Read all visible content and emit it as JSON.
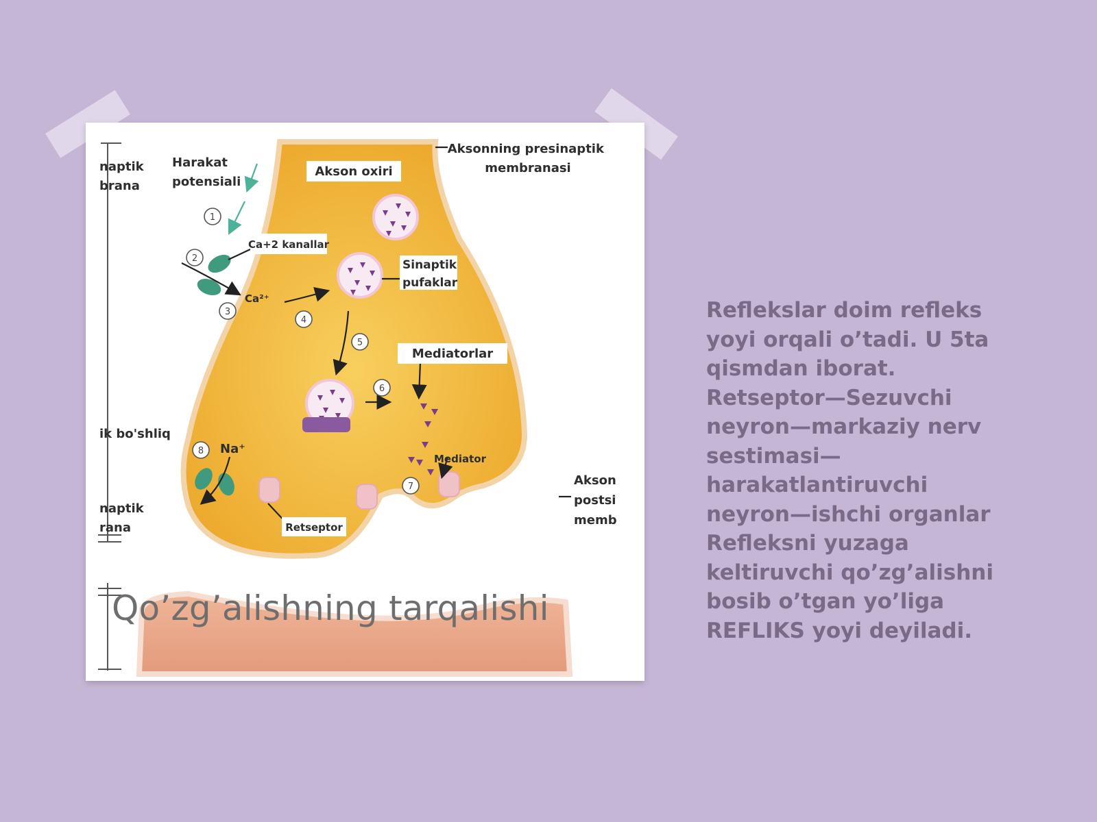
{
  "diagram": {
    "caption": "Qo’zg’alishning tarqalishi",
    "labels": {
      "presynaptic_membrane_left": [
        "naptik",
        "brana"
      ],
      "action_potential": [
        "Harakat",
        "potensiali"
      ],
      "axon_end": "Akson oxiri",
      "axon_presynaptic_membrane": [
        "Aksonning presinaptik",
        "membranasi"
      ],
      "ca_channels": "Ca+2 kanallar",
      "synaptic_vesicles": [
        "Sinaptik",
        "pufaklar"
      ],
      "calcium_ion": "Ca²⁺",
      "mediators": "Mediatorlar",
      "synaptic_cleft": "ik bo'shliq",
      "sodium_ion": "Na⁺",
      "mediator": "Mediator",
      "postsynaptic_membrane_left": [
        "naptik",
        "rana"
      ],
      "receptor": "Retseptor",
      "axon_postsynaptic_membrane": [
        "Akson",
        "postsi",
        "memb"
      ]
    },
    "steps": [
      "1",
      "2",
      "3",
      "4",
      "5",
      "6",
      "7",
      "8"
    ],
    "colors": {
      "axon_terminal": "#f0b83a",
      "axon_outline": "#f3d6ae",
      "postsynaptic": "#e8a587",
      "vesicle_content": "#7a3d8c",
      "channel": "#3f9a7e",
      "receptor": "#f0c2c8"
    }
  },
  "text_block": {
    "lines": [
      "Reflekslar doim refleks",
      "yoyi orqali o’tadi. U 5ta",
      "qismdan iborat.",
      "Retseptor—Sezuvchi",
      "neyron—markaziy nerv",
      "sestimasi—",
      "harakatlantiruvchi",
      "neyron—ishchi organlar",
      "Refleksni yuzaga",
      "keltiruvchi qo’zg’alishni",
      "bosib o’tgan yo’liga",
      "REFLIKS yoyi deyiladi."
    ]
  }
}
